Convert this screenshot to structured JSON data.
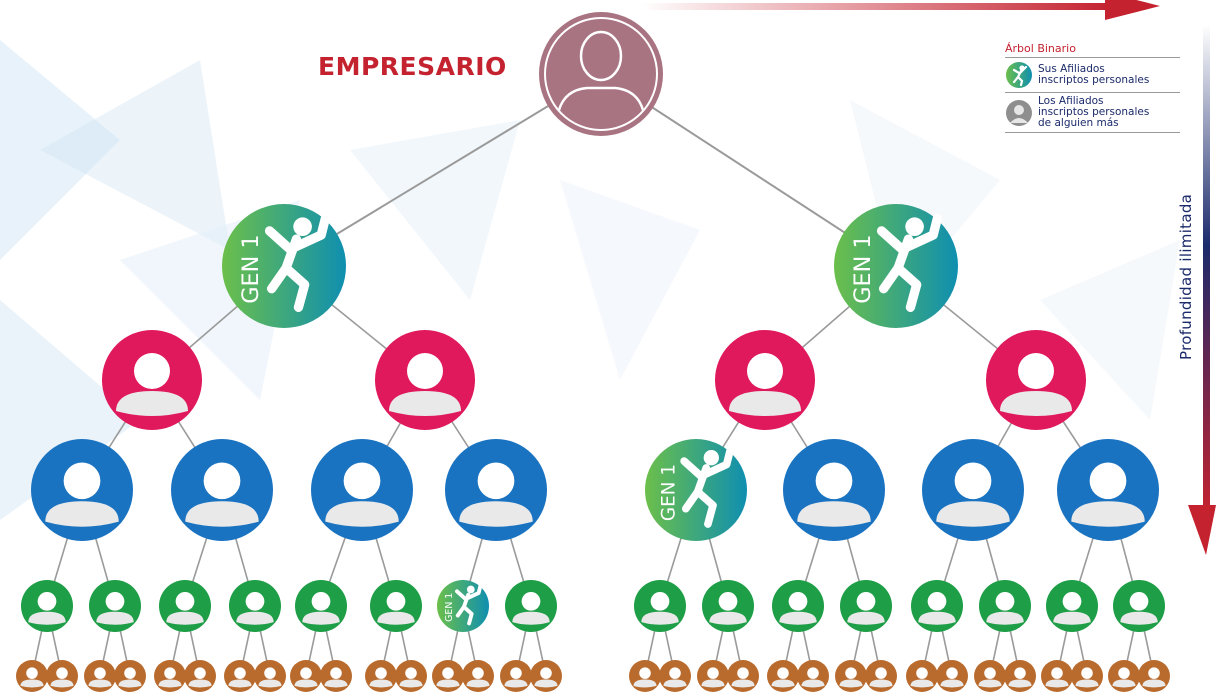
{
  "header": {
    "title": "EMPRESARIO"
  },
  "legend": {
    "title": "Árbol Binario",
    "items": [
      {
        "icon": "gen1-dancer-icon",
        "lines": [
          "Sus Afiliados",
          "inscriptos personales"
        ]
      },
      {
        "icon": "gray-person-icon",
        "lines": [
          "Los Afiliados",
          "inscriptos personales",
          "de alguien más"
        ]
      }
    ]
  },
  "depth_label": "Profundidad  ilimitada",
  "gen_label": "GEN 1",
  "colors": {
    "root": "#a97482",
    "level_pink": "#e0195c",
    "level_blue": "#1a73c1",
    "level_green": "#1e9e46",
    "level_brown": "#b96a2d",
    "gen_gradient": [
      "#6cbf4a",
      "#0f8fb0"
    ],
    "arrow_red": "#c4222f",
    "depth_arrow": [
      "#1b2a6b",
      "#c4222f"
    ],
    "lines": "#9a9a9a"
  },
  "tree": {
    "root": "root",
    "levels": [
      [
        "gen1",
        "gen1"
      ],
      [
        "pink",
        "pink",
        "pink",
        "pink"
      ],
      [
        "blue",
        "blue",
        "blue",
        "blue",
        "gen1",
        "blue",
        "blue",
        "blue"
      ],
      [
        "green",
        "green",
        "green",
        "green",
        "green",
        "green",
        "gen1",
        "green",
        "green",
        "green",
        "green",
        "green",
        "green",
        "green",
        "green",
        "green"
      ],
      [
        "brown",
        "brown",
        "brown",
        "brown",
        "brown",
        "brown",
        "brown",
        "brown",
        "brown",
        "brown",
        "brown",
        "brown",
        "brown",
        "brown",
        "brown",
        "brown",
        "brown",
        "brown",
        "brown",
        "brown",
        "brown",
        "brown",
        "brown",
        "brown",
        "brown",
        "brown",
        "brown",
        "brown",
        "brown",
        "brown",
        "brown",
        "brown"
      ]
    ]
  }
}
